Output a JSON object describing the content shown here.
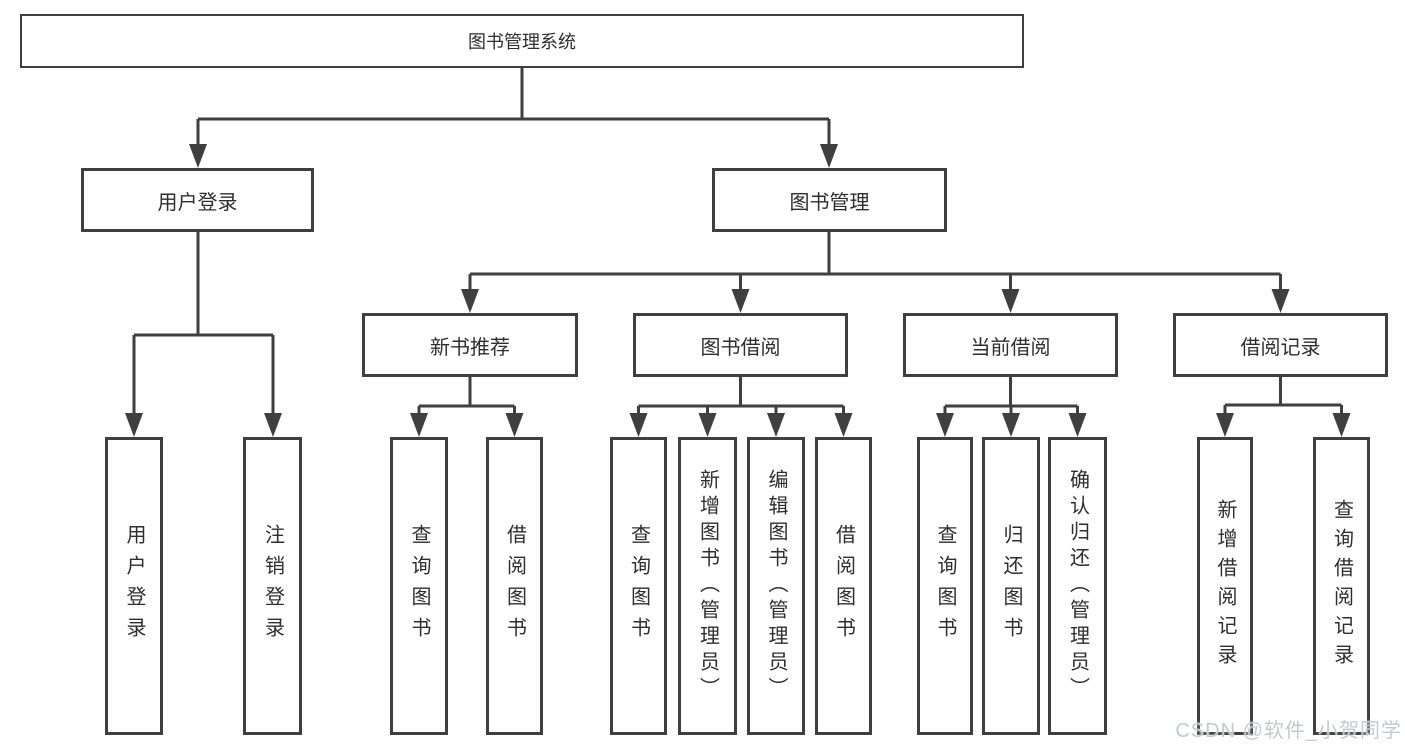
{
  "title": "图书管理系统",
  "watermark": "CSDN @软件_小贺同学",
  "colors": {
    "line": "#3f3f3f",
    "box_border": "#3f3f3f",
    "text": "#2e2e2e",
    "watermark": "#c5c9cd",
    "background": "#ffffff"
  },
  "root": {
    "label": "图书管理系统"
  },
  "user_branch": {
    "label": "用户登录",
    "children": [
      {
        "label": "用户登录"
      },
      {
        "label": "注销登录"
      }
    ]
  },
  "book_branch": {
    "label": "图书管理",
    "sections": [
      {
        "label": "新书推荐",
        "children": [
          {
            "label": "查询图书"
          },
          {
            "label": "借阅图书"
          }
        ]
      },
      {
        "label": "图书借阅",
        "children": [
          {
            "label": "查询图书"
          },
          {
            "label": "新增图书（管理员）"
          },
          {
            "label": "编辑图书（管理员）"
          },
          {
            "label": "借阅图书"
          }
        ]
      },
      {
        "label": "当前借阅",
        "children": [
          {
            "label": "查询图书"
          },
          {
            "label": "归还图书"
          },
          {
            "label": "确认归还（管理员）"
          }
        ]
      },
      {
        "label": "借阅记录",
        "children": [
          {
            "label": "新增借阅记录"
          },
          {
            "label": "查询借阅记录"
          }
        ]
      }
    ]
  }
}
